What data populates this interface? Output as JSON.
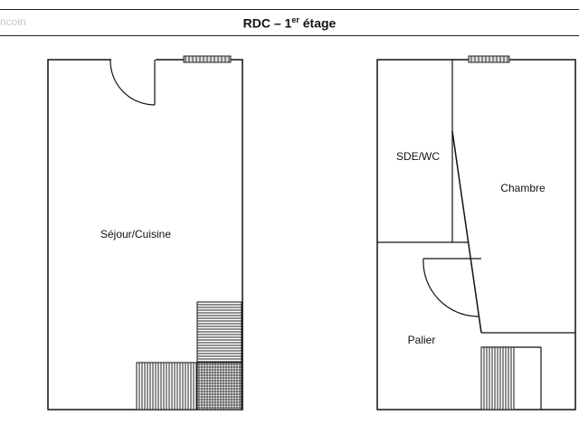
{
  "header": {
    "title_main": "RDC – 1",
    "title_sup": "er",
    "title_rest": " étage"
  },
  "watermark": "ncoin",
  "plans": {
    "left": {
      "room": "Séjour/Cuisine"
    },
    "right": {
      "room_bath": "SDE/WC",
      "room_bedroom": "Chambre",
      "room_landing": "Palier"
    }
  }
}
